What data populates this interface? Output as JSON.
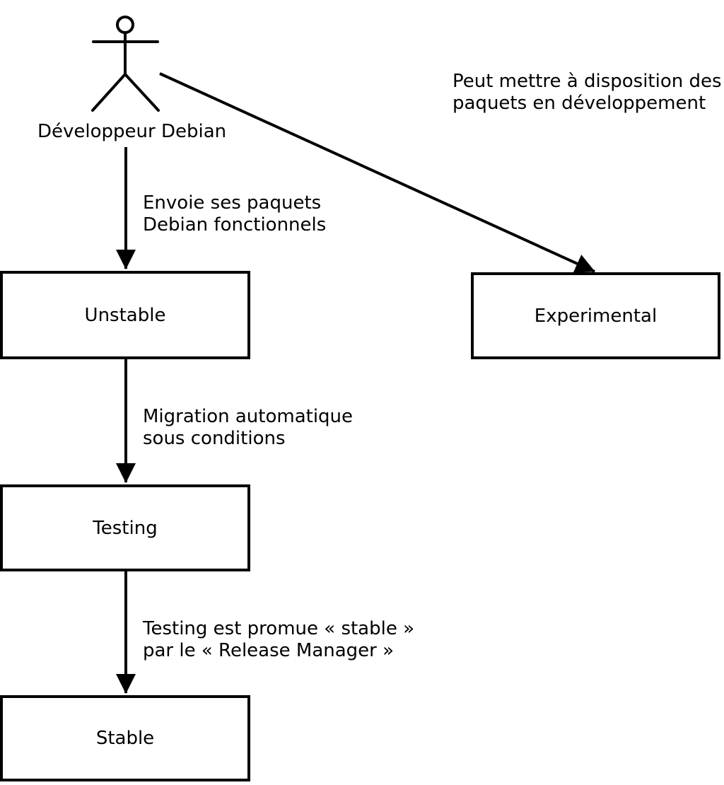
{
  "actor": {
    "label": "Développeur Debian"
  },
  "boxes": [
    {
      "id": "unstable",
      "label": "Unstable"
    },
    {
      "id": "experimental",
      "label": "Experimental"
    },
    {
      "id": "testing",
      "label": "Testing"
    },
    {
      "id": "stable",
      "label": "Stable"
    }
  ],
  "edge_labels": [
    {
      "id": "developer-to-unstable",
      "lines": [
        "Envoie ses paquets",
        "Debian fonctionnels"
      ]
    },
    {
      "id": "developer-to-experimental",
      "lines": [
        "Peut mettre à disposition des",
        "paquets en développement"
      ]
    },
    {
      "id": "unstable-to-testing",
      "lines": [
        "Migration automatique",
        "sous conditions"
      ]
    },
    {
      "id": "testing-to-stable",
      "lines": [
        "Testing est promue « stable »",
        "par le « Release Manager »"
      ]
    }
  ],
  "colors": {
    "line": "#000000",
    "background": "#ffffff",
    "box_fill": "#ffffff"
  }
}
